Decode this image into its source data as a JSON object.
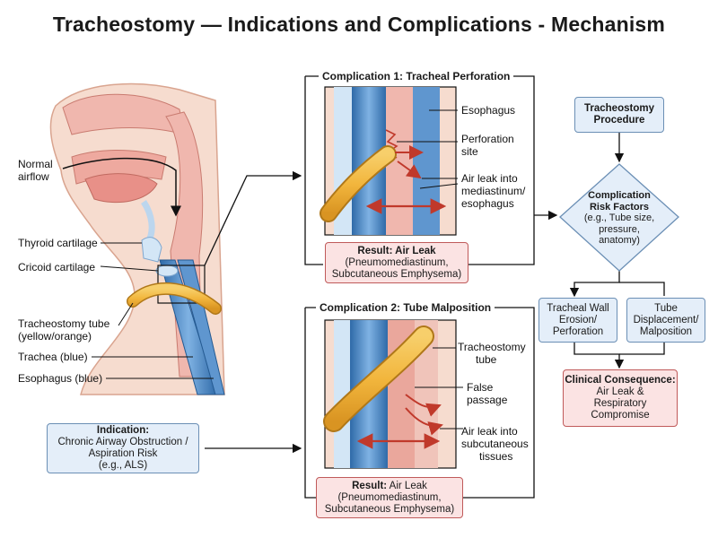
{
  "title": "Tracheostomy — Indications and Complications - Mechanism",
  "anatomy_labels": {
    "normal_airflow": [
      "Normal",
      "airflow"
    ],
    "thyroid": "Thyroid cartilage",
    "cricoid": "Cricoid cartilage",
    "tube": [
      "Tracheostomy tube",
      "(yellow/orange)"
    ],
    "trachea": "Trachea (blue)",
    "esophagus": "Esophagus (blue)"
  },
  "indication": {
    "heading": "Indication:",
    "lines": [
      "Chronic Airway Obstruction /",
      "Aspiration Risk",
      "(e.g., ALS)"
    ]
  },
  "complication1": {
    "title": "Complication 1: Tracheal Perforation",
    "labels": {
      "esophagus": "Esophagus",
      "perforation": [
        "Perforation",
        "site"
      ],
      "air_leak": [
        "Air leak into",
        "mediastinum/",
        "esophagus"
      ]
    },
    "result": {
      "heading": "Result: Air Leak",
      "lines": [
        "(Pneumomediastinum,",
        "Subcutaneous Emphysema)"
      ]
    }
  },
  "complication2": {
    "title": "Complication 2: Tube Malposition",
    "labels": {
      "tube": [
        "Tracheostomy",
        "tube"
      ],
      "false_passage": [
        "False",
        "passage"
      ],
      "air_leak": [
        "Air leak into",
        "subcutaneous",
        "tissues"
      ]
    },
    "result": {
      "heading": "Result:",
      "heading_rest": " Air Leak",
      "lines": [
        "(Pneumomediastinum,",
        "Subcutaneous Emphysema)"
      ]
    }
  },
  "flow": {
    "procedure": [
      "Tracheostomy",
      "Procedure"
    ],
    "risk": {
      "heading": [
        "Complication",
        "Risk Factors"
      ],
      "lines": [
        "(e.g., Tube size,",
        "pressure,",
        "anatomy)"
      ]
    },
    "erosion": [
      "Tracheal Wall",
      "Erosion/",
      "Perforation"
    ],
    "displacement": [
      "Tube",
      "Displacement/",
      "Malposition"
    ],
    "consequence": {
      "heading": "Clinical Consequence:",
      "lines": [
        "Air Leak &",
        "Respiratory",
        "Compromise"
      ]
    }
  },
  "colors": {
    "tube": "#f2b63d",
    "trachea": "#3f7fc1",
    "tissue_pink": "#f0b7ae",
    "skin": "#f6dccf",
    "box_blue": "#e4eef9",
    "box_red": "#fbe3e3",
    "leak_arrow": "#c0392b"
  }
}
